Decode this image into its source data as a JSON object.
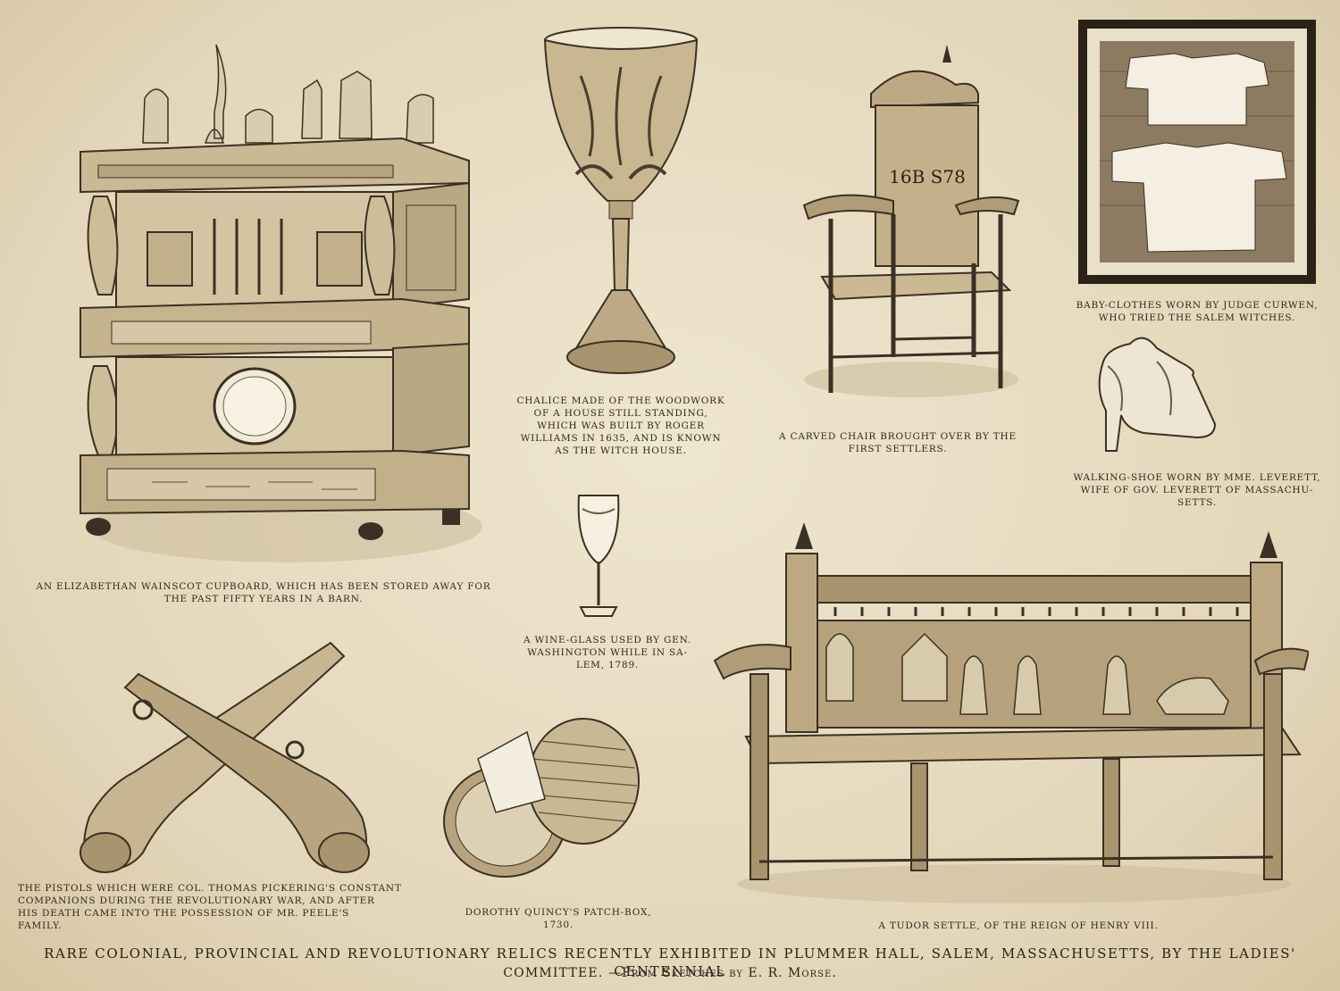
{
  "captions": {
    "cupboard": "An Elizabethan wainscot cupboard, which has been stored away for\nthe past fifty years in a barn.",
    "chalice": "Chalice made of the woodwork\nof a house still standing,\nwhich was built by Roger\nWilliams in 1635, and is known\nas the witch house.",
    "chair": "A carved chair brought over by the\nfirst settlers.",
    "chair_inscription": "16B S78",
    "baby_clothes": "Baby-clothes worn by Judge Curwen,\nwho tried the Salem witches.",
    "shoe": "Walking-shoe worn by Mme. Leverett,\nwife of Gov. Leverett of Massachu-\nsetts.",
    "wineglass": "A wine-glass used by Gen.\nWashington while in Sa-\nlem, 1789.",
    "pistols": "The pistols which were Col. Thomas Pickering's constant\ncompanions during the Revolutionary War, and after\nhis death came into the possession of Mr. Peele's\nfamily.",
    "patchbox": "Dorothy Quincy's patch-box,\n1730.",
    "settle": "A Tudor settle, of the reign of Henry VIII."
  },
  "footer": {
    "title": "Rare colonial, provincial and revolutionary relics recently exhibited in Plummer Hall, Salem, Massachusetts, by the Ladies' Centennial",
    "committee": "Committee.",
    "credit": "—From Sketches by E. R. Morse."
  },
  "colors": {
    "paper": "#e7dcc3",
    "ink": "#2e261c",
    "shade": "#8a7a60"
  }
}
